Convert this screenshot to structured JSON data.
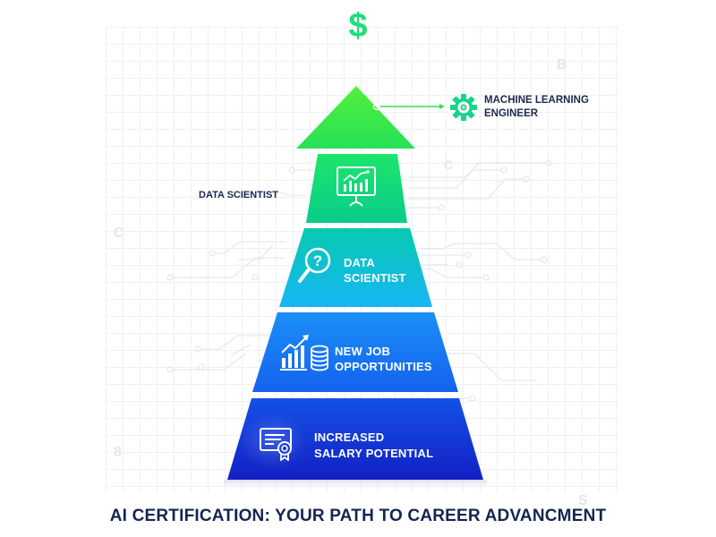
{
  "header": {
    "top_icon": "dollar-sign-icon",
    "top_icon_glyph": "$"
  },
  "side_labels": {
    "machine_learning_engineer": {
      "line1": "MACHINE LEARNING",
      "line2": "ENGINEER",
      "icon": "gear-icon"
    },
    "data_scientist_left": {
      "text": "DATA SCIENTIST"
    }
  },
  "tiers": [
    {
      "name": "apex",
      "icon": "none",
      "label_lines": [],
      "color_top": "#4df03a",
      "color_bottom": "#25e055"
    },
    {
      "name": "tier-2",
      "icon": "presentation-chart-icon",
      "label_lines": [],
      "color_top": "#1ee36a",
      "color_bottom": "#08cc88"
    },
    {
      "name": "tier-3",
      "icon": "magnifier-question-icon",
      "label_lines": [
        "DATA",
        "SCIENTIST"
      ],
      "color_top": "#08c9b0",
      "color_bottom": "#17b8f2"
    },
    {
      "name": "tier-4",
      "icon": "growth-chart-coins-icon",
      "label_lines": [
        "NEW JOB",
        "OPPORTUNITIES"
      ],
      "color_top": "#1a8cf6",
      "color_bottom": "#1463ee"
    },
    {
      "name": "tier-5",
      "icon": "certificate-icon",
      "label_lines": [
        "INCREASED",
        "SALARY POTENTIAL"
      ],
      "color_top": "#1450e6",
      "color_bottom": "#1320c4"
    }
  ],
  "footer": {
    "title": "AI CERTIFICATION: YOUR PATH TO CAREER ADVANCMENT"
  },
  "background_glyphs": [
    "B",
    "C",
    "C",
    "8",
    "S"
  ],
  "colors": {
    "title_text": "#142552",
    "side_label_text": "#1c2a4f",
    "dollar": "#1bdf7a",
    "gear": "#16d48a",
    "connector": "#2ee05a"
  }
}
